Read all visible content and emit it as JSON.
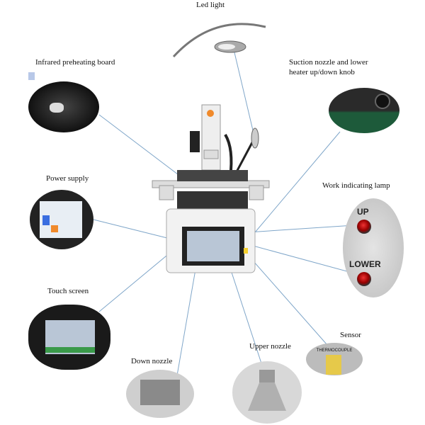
{
  "labels": {
    "led_light": "Led light",
    "infrared": "Infrared preheating board",
    "suction_line1": "Suction  nozzle  and  lower",
    "suction_line2": "heater up/down knob",
    "power_supply": "Power supply",
    "work_lamp": "Work indicating lamp",
    "touch_screen": "Touch screen",
    "sensor": "Sensor",
    "upper_nozzle": "Upper nozzle",
    "down_nozzle": "Down nozzle"
  },
  "lamp_photo": {
    "up": "UP",
    "lower": "LOWER"
  },
  "sensor_photo": {
    "text": "THERMOCOUPLE"
  },
  "colors": {
    "leader_line": "#7fa6c9"
  }
}
